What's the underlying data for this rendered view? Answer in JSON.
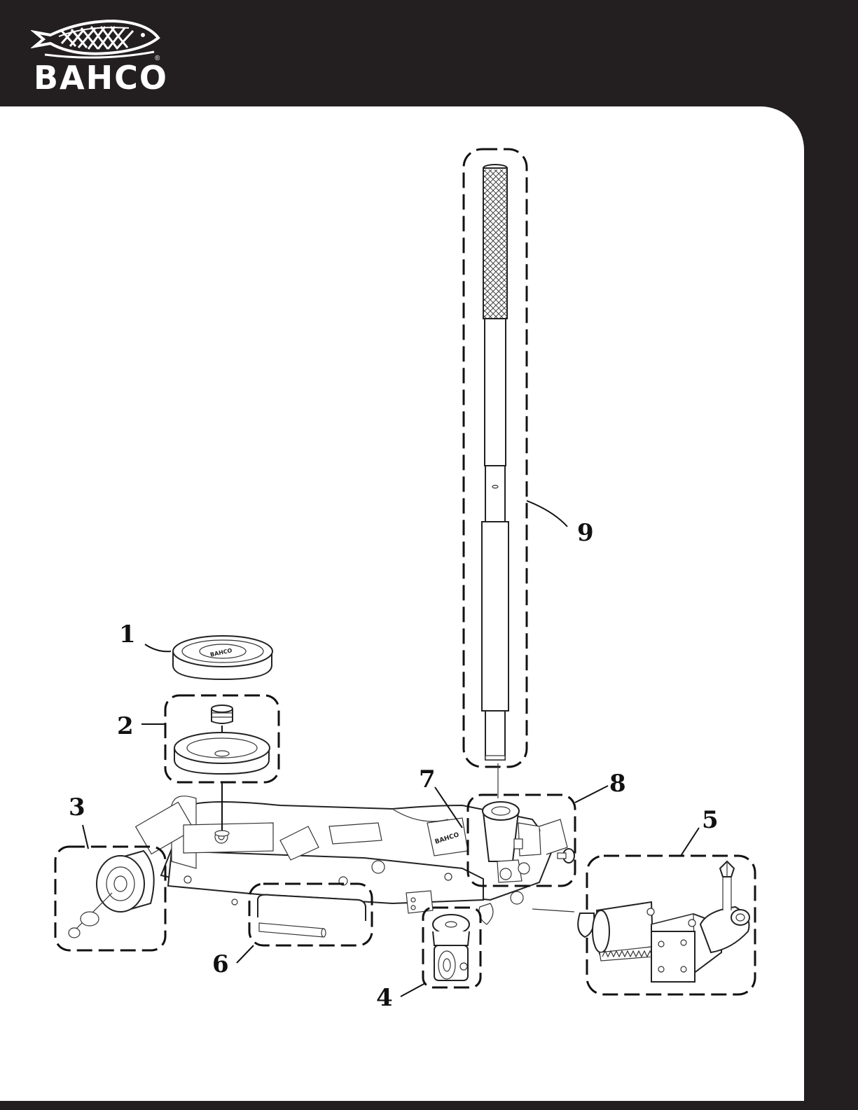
{
  "brand": {
    "name": "BAHCO",
    "registered_mark": "®",
    "emblem_icon": "fish-icon"
  },
  "callouts": [
    "1",
    "2",
    "3",
    "4",
    "5",
    "6",
    "7",
    "8",
    "9"
  ],
  "colors": {
    "background": "#231f20",
    "page": "#ffffff",
    "ink": "#111111"
  }
}
